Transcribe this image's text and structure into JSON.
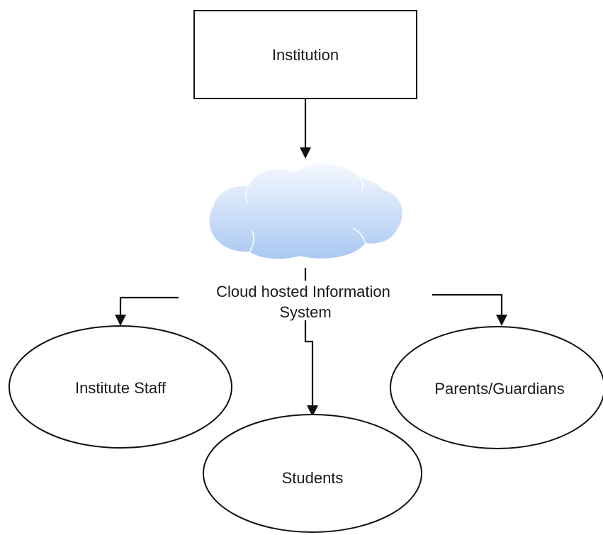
{
  "nodes": {
    "institution": {
      "label": "Institution",
      "shape": "rectangle"
    },
    "cloud": {
      "label_line1": "Cloud hosted Information",
      "label_line2": "System",
      "shape": "cloud",
      "gradient_top": "#f4f8ff",
      "gradient_bottom": "#a9c8f2"
    },
    "staff": {
      "label": "Institute Staff",
      "shape": "ellipse"
    },
    "students": {
      "label": "Students",
      "shape": "ellipse"
    },
    "parents": {
      "label": "Parents/Guardians",
      "shape": "ellipse"
    }
  },
  "edges": [
    {
      "from": "Institution",
      "to": "Cloud hosted Information System"
    },
    {
      "from": "Cloud hosted Information System",
      "to": "Institute Staff"
    },
    {
      "from": "Cloud hosted Information System",
      "to": "Students"
    },
    {
      "from": "Cloud hosted Information System",
      "to": "Parents/Guardians"
    }
  ],
  "colors": {
    "stroke": "#111111",
    "text": "#1a1a1a",
    "background": "#ffffff"
  }
}
